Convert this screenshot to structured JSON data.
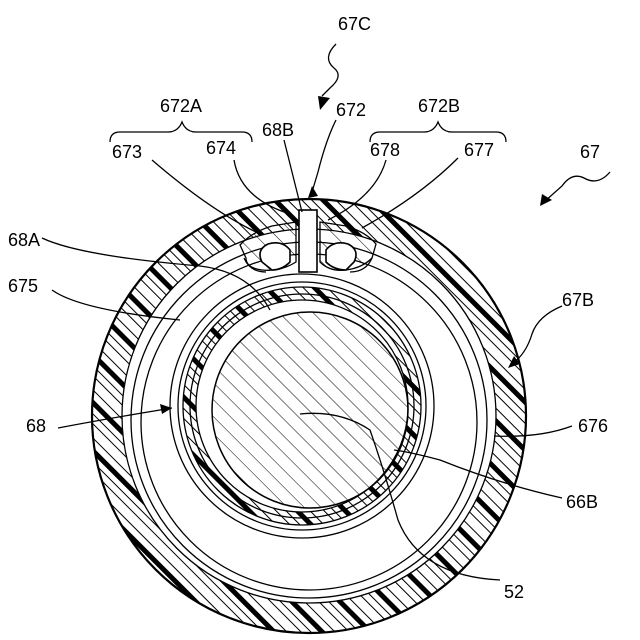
{
  "labels": {
    "l67C": "67C",
    "l672A": "672A",
    "l672B": "672B",
    "l672": "672",
    "l68B": "68B",
    "l673": "673",
    "l674": "674",
    "l678": "678",
    "l677": "677",
    "l67": "67",
    "l68A": "68A",
    "l675": "675",
    "l67B": "67B",
    "l68": "68",
    "l676": "676",
    "l66B": "66B",
    "l52": "52"
  }
}
